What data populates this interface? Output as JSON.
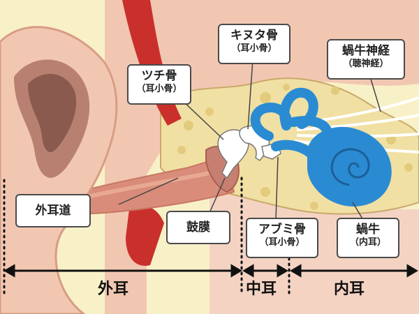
{
  "labels": {
    "outer_canal": {
      "main": "外耳道"
    },
    "eardrum": {
      "main": "鼓膜"
    },
    "malleus": {
      "main": "ツチ骨",
      "sub": "（耳小骨）"
    },
    "incus": {
      "main": "キヌタ骨",
      "sub": "（耳小骨）"
    },
    "stapes": {
      "main": "アブミ骨",
      "sub": "（耳小骨）"
    },
    "cochlear_nerve": {
      "main": "蝸牛神経",
      "sub": "（聴神経）"
    },
    "cochlea": {
      "main": "蝸牛",
      "sub": "（内耳）"
    }
  },
  "regions": {
    "outer": "外耳",
    "middle": "中耳",
    "inner": "内耳"
  },
  "colors": {
    "skin": "#f2c7b2",
    "skin_dark": "#e3a08a",
    "canal": "#d98c7a",
    "bone": "#f1e0a3",
    "bone_spot": "#e2cb7c",
    "cochlea": "#2a8bd3",
    "muscle": "#c9302c",
    "ossicle": "#ffffff",
    "background": "#f8f1c7"
  }
}
